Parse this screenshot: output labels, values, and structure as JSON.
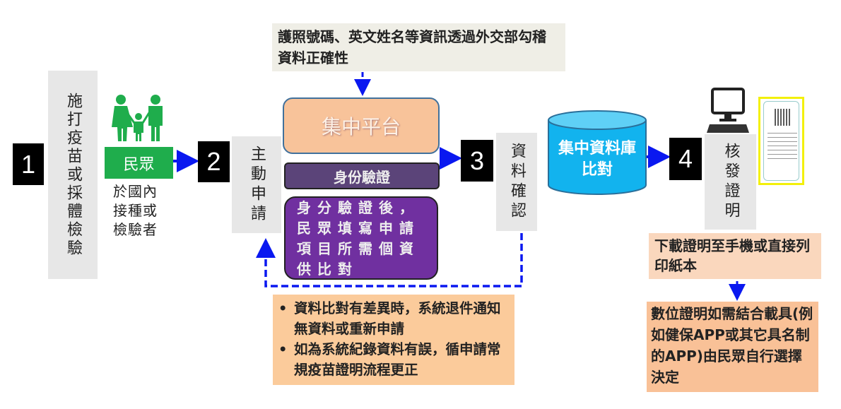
{
  "steps": [
    {
      "number": "1",
      "label": "施打疫苗或採體檢驗"
    },
    {
      "number": "2",
      "label": "主動申請"
    },
    {
      "number": "3",
      "label": "資料確認"
    },
    {
      "number": "4",
      "label": "核發證明"
    }
  ],
  "people": {
    "label": "民眾",
    "description": "於國內接種或檢驗者"
  },
  "top_note": "護照號碼、英文姓名等資訊透過外交部勾稽資料正確性",
  "platform": {
    "title": "集中平台",
    "identity": "身份驗證",
    "detail": "身分驗證後，民眾填寫申請項目所需個資供比對"
  },
  "database": "集中資料庫比對",
  "error_notes": [
    "資料比對有差異時，系統退件通知無資料或重新申請",
    "如為系統紀錄資料有誤，循申請常規疫苗證明流程更正"
  ],
  "download_note": "下載證明至手機或直接列印紙本",
  "digital_note": "數位證明如需結合載具(例如健保APP或其它具名制的APP)由民眾自行選擇決定",
  "colors": {
    "green": "#1fad4c",
    "arrow": "#0a18f0",
    "orange": "#f8c39a",
    "purple": "#7030a0",
    "identity": "#5b4479",
    "cyan": "#12b3ee"
  }
}
